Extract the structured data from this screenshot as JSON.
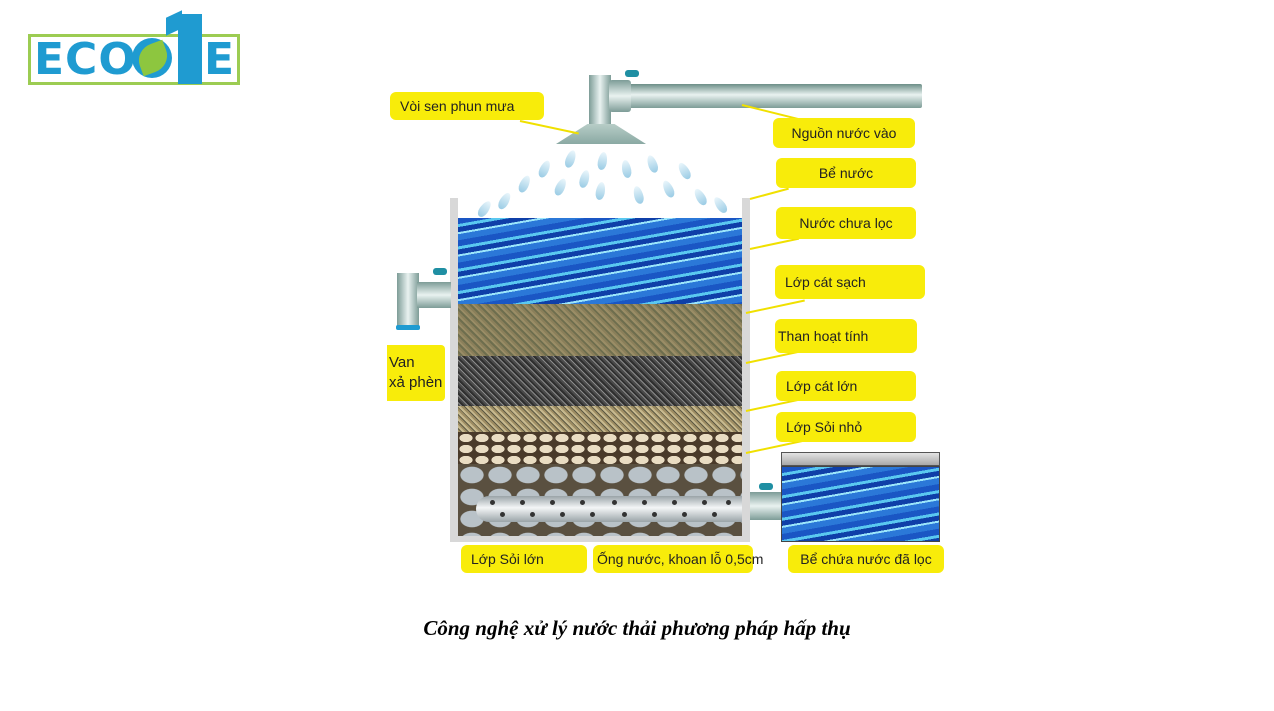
{
  "logo": {
    "text_left": "ECO",
    "text_right": "E",
    "number": "1",
    "accent_blue": "#1f9bd1",
    "accent_green": "#8dc63f"
  },
  "diagram": {
    "labels": {
      "shower_head": "Vòi sen phun mưa",
      "water_inlet": "Nguồn nước vào",
      "tank": "Bể nước",
      "unfiltered_water": "Nước chưa lọc",
      "clean_sand_layer": "Lớp cát sạch",
      "activated_carbon": "Than hoạt tính",
      "coarse_sand_layer": "Lớp cát lớn",
      "small_gravel_layer": "Lớp Sỏi nhỏ",
      "drain_valve_line1": "Van",
      "drain_valve_line2": "xả phèn",
      "large_gravel_layer": "Lớp Sỏi lớn",
      "perforated_pipe": "Ống nước, khoan lỗ 0,5cm",
      "filtered_water_tank": "Bể chứa nước đã lọc"
    },
    "label_color": "#f8ec0a"
  },
  "caption": "Công nghệ xử lý nước thải phương pháp hấp thụ"
}
